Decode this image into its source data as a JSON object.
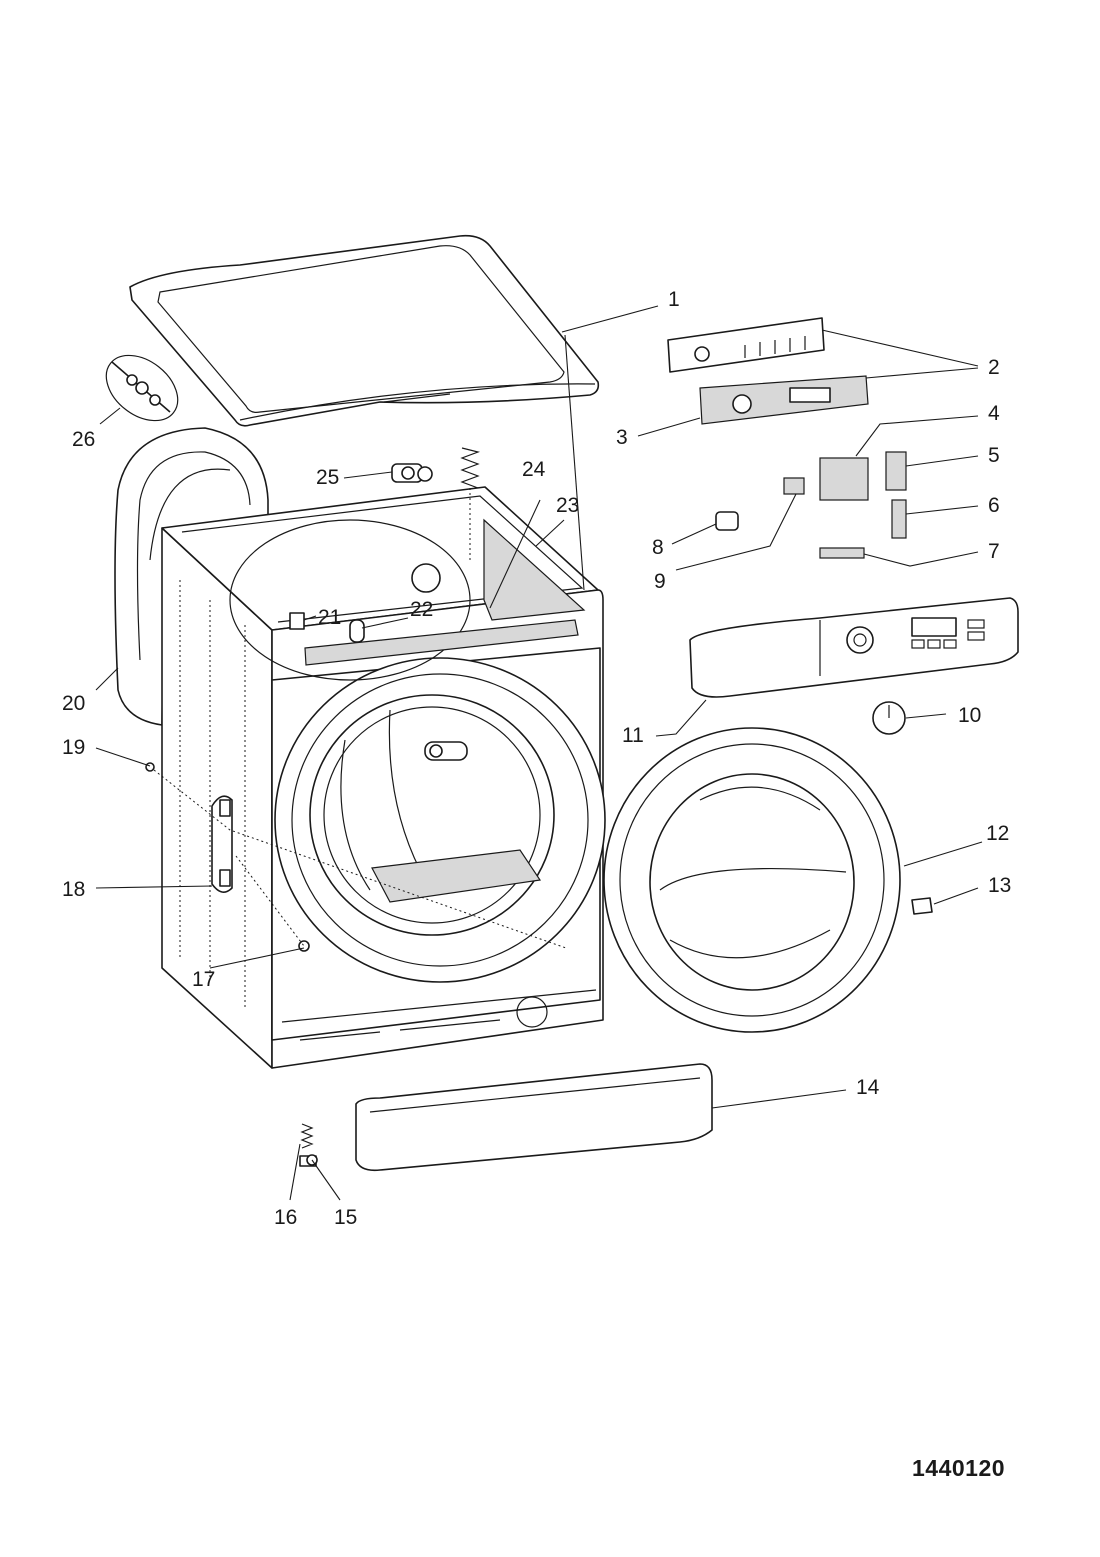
{
  "callouts": [
    {
      "id": "1",
      "label": "1"
    },
    {
      "id": "2",
      "label": "2"
    },
    {
      "id": "3",
      "label": "3"
    },
    {
      "id": "4",
      "label": "4"
    },
    {
      "id": "5",
      "label": "5"
    },
    {
      "id": "6",
      "label": "6"
    },
    {
      "id": "7",
      "label": "7"
    },
    {
      "id": "8",
      "label": "8"
    },
    {
      "id": "9",
      "label": "9"
    },
    {
      "id": "10",
      "label": "10"
    },
    {
      "id": "11",
      "label": "11"
    },
    {
      "id": "12",
      "label": "12"
    },
    {
      "id": "13",
      "label": "13"
    },
    {
      "id": "14",
      "label": "14"
    },
    {
      "id": "15",
      "label": "15"
    },
    {
      "id": "16",
      "label": "16"
    },
    {
      "id": "17",
      "label": "17"
    },
    {
      "id": "18",
      "label": "18"
    },
    {
      "id": "19",
      "label": "19"
    },
    {
      "id": "20",
      "label": "20"
    },
    {
      "id": "21",
      "label": "21"
    },
    {
      "id": "22",
      "label": "22"
    },
    {
      "id": "23",
      "label": "23"
    },
    {
      "id": "24",
      "label": "24"
    },
    {
      "id": "25",
      "label": "25"
    },
    {
      "id": "26",
      "label": "26"
    }
  ],
  "document_number": "1440120"
}
